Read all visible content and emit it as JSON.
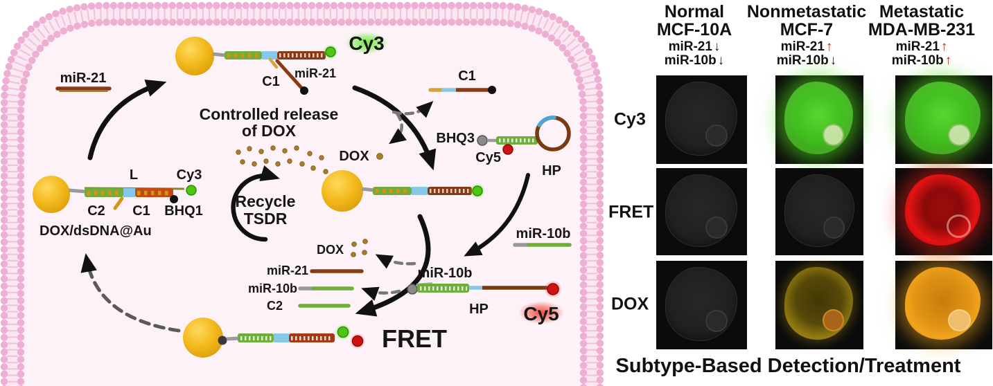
{
  "diagram": {
    "terms": {
      "mir21": "miR-21",
      "mir10b": "miR-10b",
      "c1": "C1",
      "c2": "C2",
      "l_label": "L",
      "cy3": "Cy3",
      "cy5": "Cy5",
      "bhq1": "BHQ1",
      "bhq3": "BHQ3",
      "hp": "HP",
      "dox": "DOX",
      "fret": "FRET",
      "dox_dsdna_au": "DOX/dsDNA@Au"
    },
    "headings": {
      "controlled_release_1": "Controlled release",
      "controlled_release_2": "of DOX",
      "recycle_1": "Recycle",
      "recycle_2": "TSDR"
    },
    "colors": {
      "gold_nanoparticle": "#f2b91c",
      "strand_green": "#6fae3a",
      "strand_brown": "#8a3a12",
      "strand_blue": "#85c8ea",
      "cy3_green": "#4ec414",
      "cy5_red": "#cf1212",
      "membrane_pink": "#eeb0d2",
      "dox_dot": "#a97c2a"
    }
  },
  "panel": {
    "columns": [
      {
        "type": "Normal",
        "cell_line": "MCF-10A",
        "mir21": {
          "label": "miR-21",
          "arrow_char": "↓",
          "direction": "down",
          "arrow_color": "#1a1a1a"
        },
        "mir10b": {
          "label": "miR-10b",
          "arrow_char": "↓",
          "direction": "down",
          "arrow_color": "#1a1a1a"
        }
      },
      {
        "type": "Nonmetastatic",
        "cell_line": "MCF-7",
        "mir21": {
          "label": "miR-21",
          "arrow_char": "↑",
          "direction": "up",
          "arrow_color": "#b02418"
        },
        "mir10b": {
          "label": "miR-10b",
          "arrow_char": "↓",
          "direction": "down",
          "arrow_color": "#1a1a1a"
        }
      },
      {
        "type": "Metastatic",
        "cell_line": "MDA-MB-231",
        "mir21": {
          "label": "miR-21",
          "arrow_char": "↑",
          "direction": "up",
          "arrow_color": "#b02418"
        },
        "mir10b": {
          "label": "miR-10b",
          "arrow_char": "↑",
          "direction": "up",
          "arrow_color": "#b02418"
        }
      }
    ],
    "rows": [
      {
        "label": "Cy3",
        "cells": [
          "dark",
          "green",
          "green"
        ]
      },
      {
        "label": "FRET",
        "cells": [
          "dark",
          "dark",
          "red"
        ]
      },
      {
        "label": "DOX",
        "cells": [
          "dark",
          "olive",
          "orange"
        ]
      }
    ],
    "caption": "Subtype-Based Detection/Treatment"
  }
}
